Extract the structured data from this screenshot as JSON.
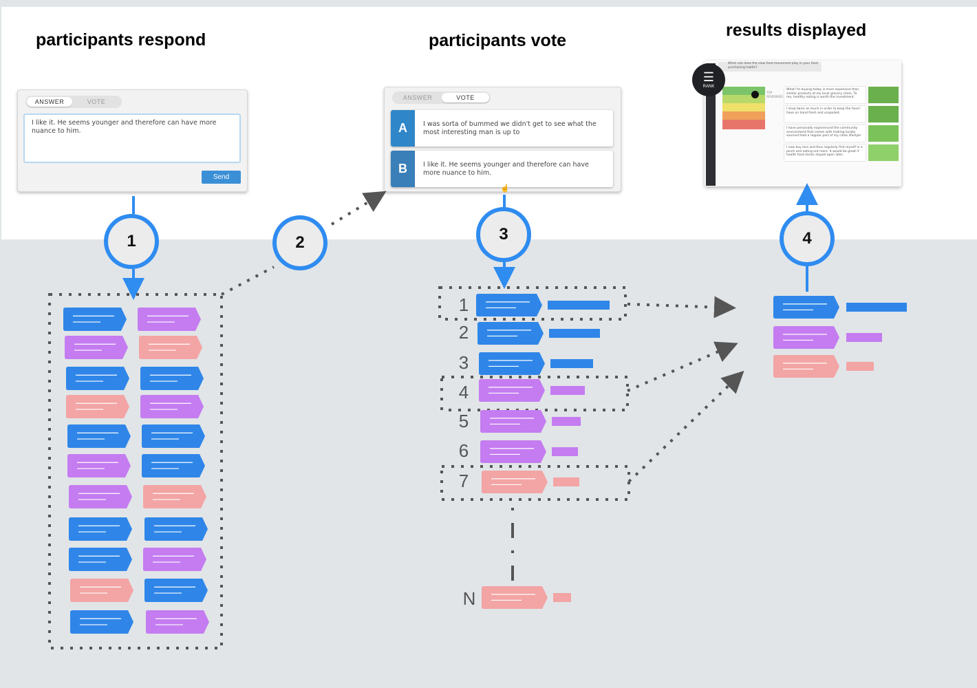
{
  "headings": {
    "respond": "participants respond",
    "vote": "participants vote",
    "results": "results displayed"
  },
  "respond_panel": {
    "tabs": [
      "ANSWER",
      "VOTE"
    ],
    "active_tab": "ANSWER",
    "answer_text": "I like it. He seems younger and therefore can have more nuance to him.",
    "send_label": "Send"
  },
  "vote_panel": {
    "tabs": [
      "ANSWER",
      "VOTE"
    ],
    "active_tab": "VOTE",
    "options": [
      {
        "letter": "A",
        "text": "I was sorta of bummed we didn't get to see what the most interesting man is up to"
      },
      {
        "letter": "B",
        "text": "I like it. He seems younger and therefore can have more nuance to him."
      }
    ]
  },
  "results_panel": {
    "question": "What role does the slow food movement play in your food purchasing habits?",
    "rank_label": "RANK",
    "top_label": "TOP RESPONSES",
    "responses": [
      "What I'm buying today is more expensive than similar products at my local grocery chain. To me, healthy eating is worth the investment.",
      "I shop twice as much in order to keep the food I have on hand fresh and unspoiled.",
      "I have personally experienced the community environment that comes with making locally sourced food a regular part of my cities lifestyle",
      "I now buy less and thus regularly find myself in a pinch and eating out more. It would be great if health food stores stayed open later."
    ]
  },
  "steps": [
    "1",
    "2",
    "3",
    "4"
  ],
  "ranking": {
    "labels": [
      "1",
      "2",
      "3",
      "4",
      "5",
      "6",
      "7",
      "N"
    ],
    "categories": [
      "blue",
      "blue",
      "blue",
      "purple",
      "purple",
      "purple",
      "pink",
      "pink"
    ],
    "highlighted": [
      "1",
      "4",
      "7"
    ]
  },
  "colors": {
    "blue": "#2f86e8",
    "purple": "#c47cf0",
    "pink": "#f3a4a4",
    "accent": "#2f8cf0",
    "dotted": "#555555"
  },
  "pool_grid": [
    [
      "blue",
      "purple"
    ],
    [
      "purple",
      "pink"
    ],
    [
      "blue",
      "blue"
    ],
    [
      "pink",
      "purple"
    ],
    [
      "blue",
      "blue"
    ],
    [
      "purple",
      "blue"
    ],
    [
      "purple",
      "pink"
    ],
    [
      "blue",
      "blue"
    ],
    [
      "blue",
      "purple"
    ],
    [
      "pink",
      "blue"
    ],
    [
      "blue",
      "purple"
    ]
  ],
  "results_list": [
    "blue",
    "purple",
    "pink"
  ]
}
